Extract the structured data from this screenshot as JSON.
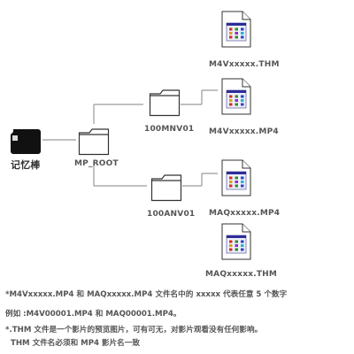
{
  "root_device": {
    "label": "记忆棒"
  },
  "root_folder": {
    "label": "MP_ROOT"
  },
  "folder_1": {
    "label": "100MNV01"
  },
  "folder_2": {
    "label": "100ANV01"
  },
  "files": [
    {
      "label": "M4Vxxxxx.THM"
    },
    {
      "label": "M4Vxxxxx.MP4"
    },
    {
      "label": "MAQxxxxx.MP4"
    },
    {
      "label": "MAQxxxxx.THM"
    }
  ],
  "notes": [
    "*M4Vxxxxx.MP4 和 MAQxxxxx.MP4 文件名中的 xxxxx 代表任意 5 个数字",
    "例如 :M4V00001.MP4 和 MAQ00001.MP4。",
    "*.THM 文件是一个影片的预览图片，可有可无，对影片观看没有任何影响。",
    "THM 文件名必须和 MP4 影片名一致"
  ],
  "icons": {
    "memory_stick": "memory-stick-icon",
    "folder": "folder-icon",
    "file": "image-file-icon"
  },
  "colors": {
    "line": "#9a9a9a",
    "folder_stroke": "#333333",
    "device": "#111111"
  }
}
